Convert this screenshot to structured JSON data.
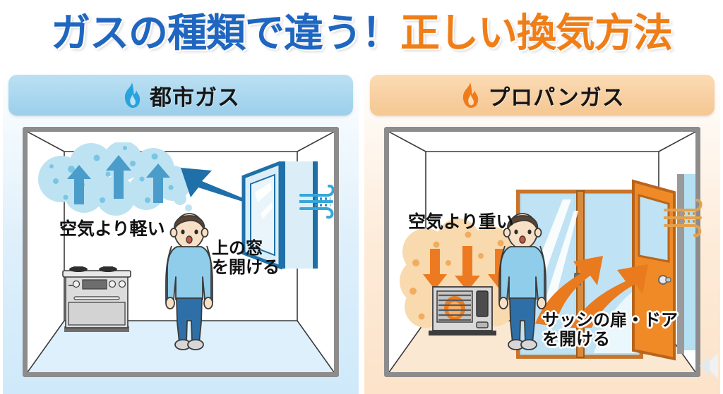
{
  "title": {
    "part1": "ガスの種類で違う！",
    "part2": "正しい換気方法",
    "color1": "#1f66c0",
    "color2": "#ef7e17"
  },
  "panels": [
    {
      "id": "city-gas",
      "header_label": "都市ガス",
      "flame_icon": "flame-icon",
      "flame_color": "#29a3dd",
      "header_bg": "#a7d6ef",
      "panel_bg": "#d5ebfa",
      "gas_property_label": "空気より軽い",
      "action_label": "上の窓\nを開ける",
      "cloud_color": "#bde2f2",
      "cloud_dot_color": "#79c6e4",
      "arrow_color": "#4a9ccb",
      "gas_arrow_direction": "up",
      "appliance": "gas-stove",
      "opening": "upper-casement-window",
      "wind_color": "#37a6d8",
      "floor_color": "#ddf0fb"
    },
    {
      "id": "propane-gas",
      "header_label": "プロパンガス",
      "flame_icon": "flame-icon",
      "flame_color": "#ef7c1c",
      "header_bg": "#f7ce a0",
      "panel_bg": "#fce3ca",
      "gas_property_label": "空気より重い",
      "action_label": "サッシの扉・ドア\nを開ける",
      "cloud_color": "#f8d8ad",
      "cloud_dot_color": "#f0a martin",
      "arrow_color": "#ed7a20",
      "gas_arrow_direction": "down",
      "appliance": "gas-heater",
      "opening": "sash-door-and-door",
      "wind_color": "#e2a martin",
      "floor_color": "#fbe8d3"
    }
  ]
}
